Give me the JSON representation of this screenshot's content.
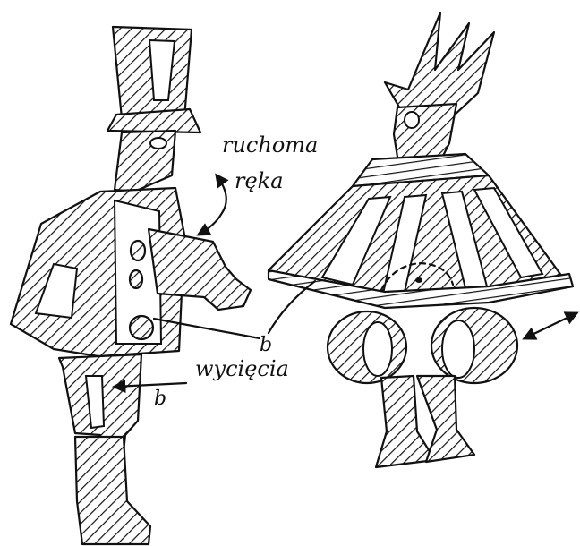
{
  "annotations": {
    "movable_arm_line1": "ruchoma",
    "movable_arm_line2": "ręka",
    "cutouts": "wycięcia",
    "marker_b": "b"
  }
}
